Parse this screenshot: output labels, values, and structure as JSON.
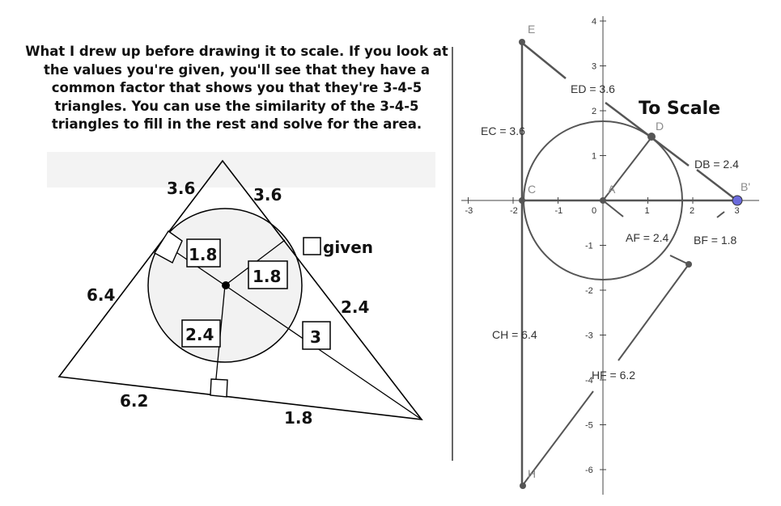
{
  "left_panel": {
    "note": "What I drew up before drawing it to scale. If you look at the values you're given, you'll see that they have a common factor that shows you that they're 3-4-5 triangles. You can use the similarity of the 3-4-5 triangles to fill in the rest and solve for the area.",
    "side_labels": {
      "top_left": "3.6",
      "top_right": "3.6",
      "left": "6.4",
      "right": "2.4",
      "bottom_left": "6.2",
      "bottom_right": "1.8"
    },
    "boxed_values": {
      "upper_left_radius": "1.8",
      "right_radius": "1.8",
      "lower_radius": "2.4",
      "right_segment": "3"
    },
    "legend": "given"
  },
  "right_panel": {
    "title": "To Scale",
    "points": {
      "E": "E",
      "D": "D",
      "C": "C",
      "A": "A",
      "B": "B'",
      "H": "H"
    },
    "segment_labels": {
      "ED": "ED = 3.6",
      "EC": "EC = 3.6",
      "DB": "DB = 2.4",
      "AF": "AF = 2.4",
      "BF": "BF = 1.8",
      "CH": "CH = 6.4",
      "HF": "HF = 6.2"
    },
    "x_ticks": [
      "-3",
      "-2",
      "-1",
      "0",
      "1",
      "2",
      "3"
    ],
    "y_ticks": [
      "4",
      "3",
      "2",
      "1",
      "-1",
      "-2",
      "-3",
      "-4",
      "-5",
      "-6"
    ],
    "colors": {
      "point": "#555555",
      "highlight_point": "#6b6bdc",
      "line": "#444444"
    }
  }
}
